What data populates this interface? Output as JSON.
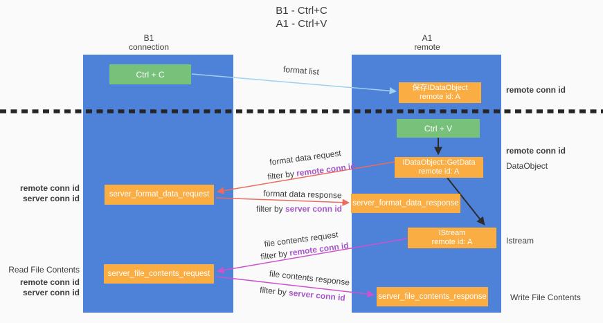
{
  "title": {
    "line1": "B1 - Ctrl+C",
    "line2": "A1 - Ctrl+V"
  },
  "lifelines": {
    "b1": {
      "name": "B1",
      "subtitle": "connection"
    },
    "a1": {
      "name": "A1",
      "subtitle": "remote"
    }
  },
  "nodes": {
    "ctrl_c": "Ctrl + C",
    "ctrl_v": "Ctrl + V",
    "save_idataobject": {
      "line1": "保存IDataObject",
      "line2": "remote id: A"
    },
    "idataobject_getdata": {
      "line1": "IDataObject::GetData",
      "line2": "remote id: A"
    },
    "istream": {
      "line1": "IStream",
      "line2": "remote id: A"
    },
    "server_format_data_request": "server_format_data_request",
    "server_format_data_response": "server_format_data_response",
    "server_file_contents_request": "server_file_contents_request",
    "server_file_contents_response": "server_file_contents_response"
  },
  "arrows": {
    "format_list": "format list",
    "format_data_request": "format data request",
    "format_data_response": "format data response",
    "file_contents_request": "file contents request",
    "file_contents_response": "file contents response",
    "filter_by": "filter by ",
    "remote_conn_id": "remote conn id",
    "server_conn_id": "server conn id"
  },
  "annotations": {
    "right": {
      "remote_conn_id_1": "remote conn id",
      "remote_conn_id_2": "remote conn id",
      "dataobject": "DataObject",
      "istream": "Istream",
      "write_file_contents": "Write File Contents"
    },
    "left": {
      "remote_conn_id_1": "remote conn id",
      "server_conn_id_1": "server conn id",
      "read_file_contents": "Read File Contents",
      "remote_conn_id_2": "remote conn id",
      "server_conn_id_2": "server conn id"
    }
  },
  "colors": {
    "lifeline_blue": "#4e81d8",
    "green_box": "#77c17b",
    "orange_box": "#f9ad42",
    "arrow_format_list": "#9fd0f0",
    "arrow_format_data": "#ec6b5e",
    "arrow_file_contents": "#cd52cd",
    "arrow_black": "#2d2d2d",
    "purple_text": "#a658c8",
    "green_text": "#53b25e"
  }
}
